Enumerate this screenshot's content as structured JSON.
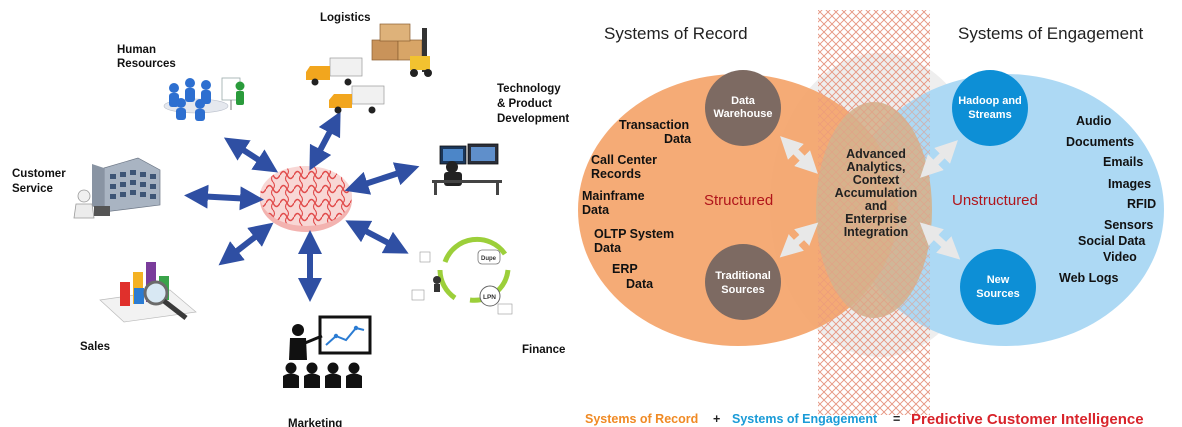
{
  "left": {
    "labels": {
      "logistics": "Logistics",
      "hr_line1": "Human",
      "hr_line2": "Resources",
      "tech_line1": "Technology",
      "tech_line2": "& Product",
      "tech_line3": "Development",
      "cs_line1": "Customer",
      "cs_line2": "Service",
      "sales": "Sales",
      "marketing": "Marketing",
      "finance": "Finance"
    },
    "finance_cycle_labels": {
      "dupe": "Dupe",
      "lpn": "LPN"
    }
  },
  "right": {
    "headers": {
      "record": "Systems of Record",
      "engagement": "Systems of Engagement"
    },
    "circles": {
      "data_warehouse_1": "Data",
      "data_warehouse_2": "Warehouse",
      "traditional_1": "Traditional",
      "traditional_2": "Sources",
      "hadoop_1": "Hadoop and",
      "hadoop_2": "Streams",
      "new_1": "New",
      "new_2": "Sources"
    },
    "structured": "Structured",
    "unstructured": "Unstructured",
    "record_items": {
      "t1": "Transaction",
      "t2": "Data",
      "c1": "Call Center",
      "c2": "Records",
      "m1": "Mainframe",
      "m2": "Data",
      "o1": "OLTP System",
      "o2": "Data",
      "e1": "ERP",
      "e2": "Data"
    },
    "engagement_items": [
      "Audio",
      "Documents",
      "Emails",
      "Images",
      "RFID",
      "Sensors",
      "Social Data",
      "Video",
      "Web Logs"
    ],
    "middle": [
      "Advanced",
      "Analytics,",
      "Context",
      "Accumulation",
      "and",
      "Enterprise",
      "Integration"
    ],
    "formula": {
      "record": "Systems of Record",
      "plus": "+",
      "engagement": "Systems of Engagement",
      "equals": "=",
      "result": "Predictive Customer Intelligence"
    }
  },
  "colors": {
    "arrow_blue": "#2f4fa3",
    "record_orange": "#f4a46a",
    "engagement_blue": "#a9d7f3",
    "circle_brown": "#7d6a62",
    "circle_blue": "#0d8fd6",
    "formula_orange": "#f08a24",
    "formula_blue": "#1a9bd7",
    "formula_red": "#d8232a"
  }
}
